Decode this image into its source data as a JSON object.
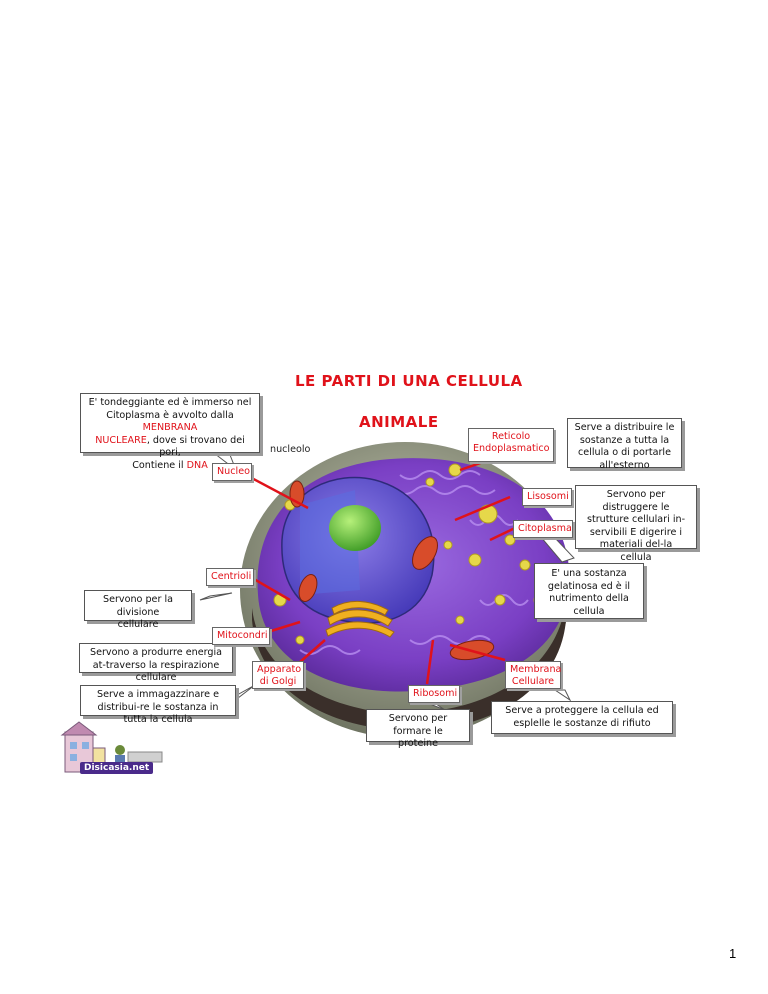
{
  "title": {
    "line1": "LE PARTI DI UNA CELLULA",
    "line2": "ANIMALE"
  },
  "callouts": {
    "nucleo_desc": {
      "t1": "E' tondeggiante ed è immerso nel",
      "t2": "Citoplasma è avvolto dalla ",
      "t2_red": "MENBRANA",
      "t3_red": "NUCLEARE",
      "t3": ", dove si trovano dei pori,",
      "t4": "Contiene il ",
      "t4_red": "DNA"
    },
    "reticolo_desc": "Serve a distribuire le sostanze  a tutta la cellula o di portarle all'esterno",
    "lisosomi_desc": "Servono per distruggere le strutture cellulari in-servibili E digerire i materiali del-la cellula",
    "citoplasma_desc": "E' una sostanza gelatinosa ed è il nutrimento della cellula",
    "centrioli_desc": "Servono per la divisione cellulare",
    "mitocondri_desc": "Servono a produrre energia at-traverso la respirazione cellulare",
    "golgi_desc": "Serve a immagazzinare e distribui-re le sostanza in tutta la cellula",
    "ribosomi_desc": "Servono per formare le proteine",
    "membrana_desc": "Serve a proteggere la cellula ed esplelle le sostanze di rifiuto"
  },
  "labels": {
    "nucleolo": "nucleolo",
    "nucleo": "Nucleo",
    "reticolo_1": "Reticolo",
    "reticolo_2": "Endoplasmatico",
    "lisosomi": "Lisosomi",
    "citoplasma": "Citoplasma",
    "centrioli": "Centrioli",
    "mitocondri": "Mitocondri",
    "golgi_1": "Apparato",
    "golgi_2": "di Golgi",
    "ribosomi": "Ribosomi",
    "membrana_1": "Membrana",
    "membrana_2": "Cellulare"
  },
  "logo": "Disicasia.net",
  "page_number": "1",
  "colors": {
    "label_red": "#e0121a",
    "cytoplasm": "#7e45c9",
    "nucleus": "#4a4fd0",
    "nucleolus": "#62c23a",
    "golgi": "#f0b020",
    "mitochondria": "#d84c2a",
    "vesicle": "#e8d84a"
  }
}
